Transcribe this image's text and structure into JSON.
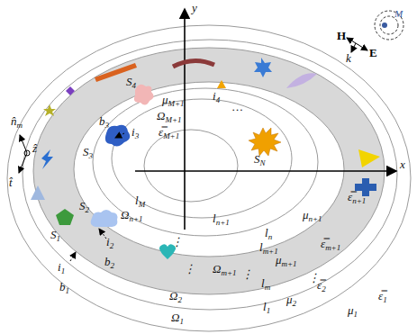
{
  "diagram": {
    "labels": [
      "y",
      "x",
      "M",
      "H",
      "k",
      "E",
      "n̂m",
      "ẑ",
      "t̂",
      "S4",
      "b3",
      "i3",
      "S3",
      "i4",
      "…",
      "SN",
      "μM+1",
      "ΩM+1",
      "ε̿M+1",
      "lM",
      "Ωn+1",
      "ln+1",
      "ln",
      "μn+1",
      "ε̿n+1",
      "lm+1",
      "μm+1",
      "ε̿m+1",
      "Ωm+1",
      "lm",
      "μ2",
      "ε̿2",
      "Ω2",
      "l1",
      "μ1",
      "ε̿1",
      "Ω1",
      "S2",
      "S1",
      "i2",
      "b2",
      "i1",
      "b1",
      "⋮",
      "⋮",
      "⋮",
      "⋮"
    ]
  }
}
